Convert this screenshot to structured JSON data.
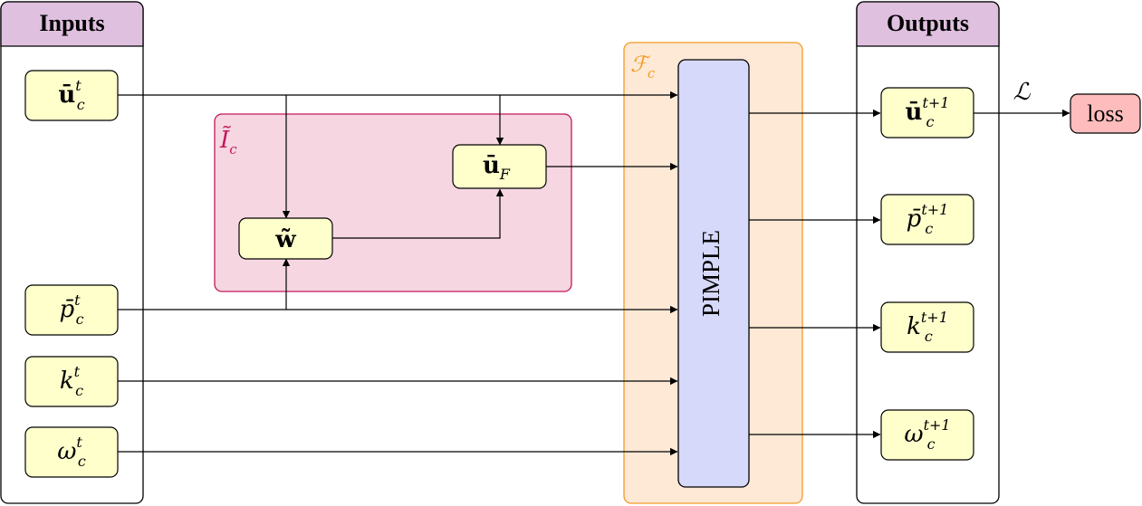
{
  "panels": {
    "inputs_title": "Inputs",
    "outputs_title": "Outputs"
  },
  "inputs": {
    "u": {
      "base": "ū",
      "sub": "c",
      "sup": "t"
    },
    "p": {
      "base": "p̄",
      "sub": "c",
      "sup": "t"
    },
    "k": {
      "base": "k",
      "sub": "c",
      "sup": "t"
    },
    "omega": {
      "base": "ω",
      "sub": "c",
      "sup": "t"
    }
  },
  "interp": {
    "label": "Ĩ",
    "label_sub": "c",
    "w": {
      "base": "w̃"
    },
    "uF": {
      "base": "ū",
      "sub": "F"
    }
  },
  "solver": {
    "group_label": "ℱ",
    "group_label_sub": "c",
    "name": "PIMPLE"
  },
  "outputs": {
    "u": {
      "base": "ū",
      "sub": "c",
      "sup": "t+1"
    },
    "p": {
      "base": "p̄",
      "sub": "c",
      "sup": "t+1"
    },
    "k": {
      "base": "k",
      "sub": "c",
      "sup": "t+1"
    },
    "omega": {
      "base": "ω",
      "sub": "c",
      "sup": "t+1"
    }
  },
  "loss": {
    "edge_label": "ℒ",
    "label": "loss"
  },
  "colors": {
    "panel_header": "#dfc0df",
    "node_fill": "#ffffcc",
    "interp_fill": "#f5d6e1",
    "interp_stroke": "#c2185b",
    "solver_group_fill": "#fde9d5",
    "solver_group_stroke": "#f39c27",
    "solver_fill": "#d7d9fb",
    "loss_fill": "#ffbcbc"
  }
}
